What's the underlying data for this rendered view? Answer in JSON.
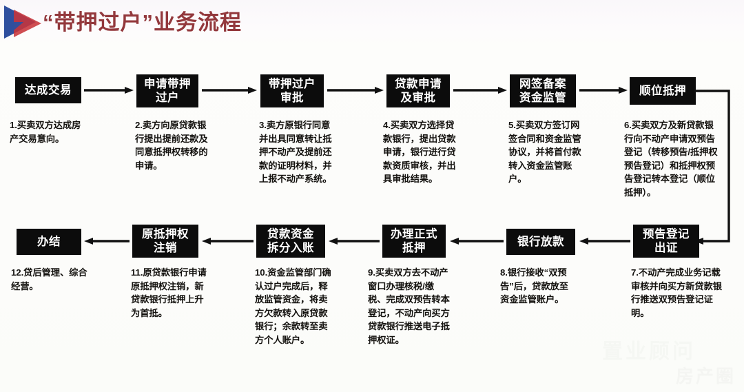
{
  "header": {
    "title": "“带押过户”业务流程",
    "logo_name": "blue-red-arrow-logo",
    "title_color": "#93383c",
    "logo_blue": "#2f4f9e",
    "logo_red": "#c8343a"
  },
  "diagram": {
    "box_fill": "#0c0c0c",
    "box_text_color": "#ffffff",
    "arrow_color": "#111111",
    "row1_direction": "left-to-right",
    "row2_direction": "right-to-left",
    "nodes": [
      {
        "id": 1,
        "label": "达成交易",
        "desc": "1.买卖双方达成房产交易意向。"
      },
      {
        "id": 2,
        "label": "申请带押\n过户",
        "desc": "2.卖方向原贷款银行提出提前还款及同意抵押权转移的申请。"
      },
      {
        "id": 3,
        "label": "带押过户\n审批",
        "desc": "3.卖方原银行同意并出具同意转让抵押不动产及提前还款的证明材料，并上报不动产系统。"
      },
      {
        "id": 4,
        "label": "贷款申请\n及审批",
        "desc": "4.买卖双方选择贷款银行，提出贷款申请，银行进行贷款资质审核，并出具审批结果。"
      },
      {
        "id": 5,
        "label": "网签备案\n资金监管",
        "desc": "5.买卖双方签订网签合同和资金监管协议，并将首付款转入资金监管账户。"
      },
      {
        "id": 6,
        "label": "顺位抵押",
        "desc": "6.买卖双方及新贷款银行向不动产申请双预告登记（转移预告/抵押权预告登记）和抵押权预告登记转本登记（顺位抵押）。"
      },
      {
        "id": 7,
        "label": "预告登记\n出证",
        "desc": "7.不动产完成业务记载审核并向买方新贷款银行推送双预告登记证明。"
      },
      {
        "id": 8,
        "label": "银行放款",
        "desc": "8.银行接收“双预告”后，贷款放至资金监管账户。"
      },
      {
        "id": 9,
        "label": "办理正式\n抵押",
        "desc": "9.买卖双方去不动产窗口办理核税/缴税、完成双预告转本登记，不动产向买方贷款银行推送电子抵押权证。"
      },
      {
        "id": 10,
        "label": "贷款资金\n拆分入账",
        "desc": "10.资金监管部门确认过户完成后，释放监管资金，将卖方欠款转入原贷款银行；余款转至卖方个人账户。"
      },
      {
        "id": 11,
        "label": "原抵押权\n注销",
        "desc": "11.原贷款银行申请原抵押权注销，新贷款银行抵押上升为首抵。"
      },
      {
        "id": 12,
        "label": "办结",
        "desc": "12.贷后管理、综合经营。"
      }
    ]
  },
  "watermark": {
    "text": "房产圈",
    "text2": "置业顾问"
  }
}
